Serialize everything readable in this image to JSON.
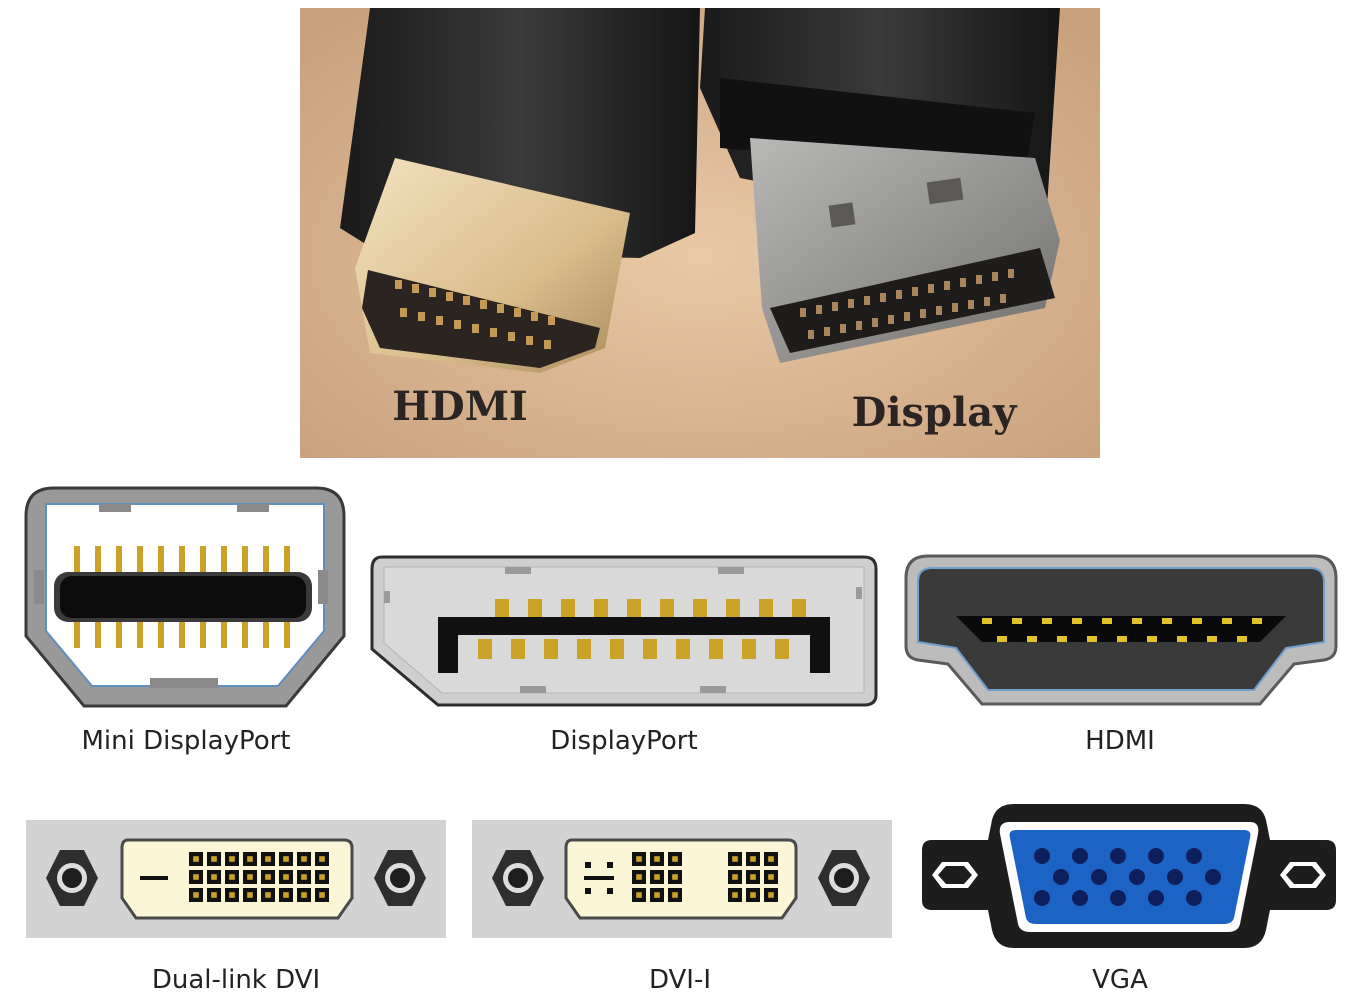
{
  "photo": {
    "labels": {
      "hdmi": "HDMI",
      "display": "Display"
    }
  },
  "connectors": {
    "mini_displayport": "Mini DisplayPort",
    "displayport": "DisplayPort",
    "hdmi": "HDMI",
    "dual_link_dvi": "Dual-link DVI",
    "dvi_i": "DVI-I",
    "vga": "VGA"
  },
  "colors": {
    "pin_gold": "#c9a227",
    "hdmi_pin_yellow": "#e3c12a",
    "vga_blue": "#1b63c4",
    "dvi_insert": "#fbf6d6"
  }
}
